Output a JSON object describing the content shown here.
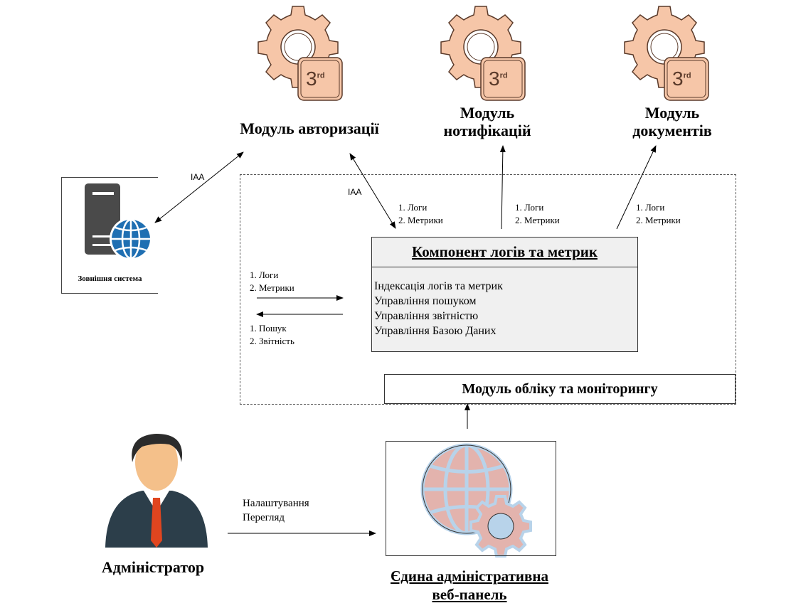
{
  "modules": {
    "auth": {
      "title": "Модуль авторизації",
      "badge": "3",
      "badge_sup": "rd"
    },
    "notifications": {
      "title_line1": "Модуль",
      "title_line2": "нотифікацій",
      "badge": "3",
      "badge_sup": "rd"
    },
    "documents": {
      "title_line1": "Модуль",
      "title_line2": "документів",
      "badge": "3",
      "badge_sup": "rd"
    }
  },
  "external_system": {
    "label": "Зовнішня система"
  },
  "edges": {
    "ext_auth": "IAA",
    "auth_comp": "IAA",
    "logs_metrics": {
      "item1": "1. Логи",
      "item2": "2. Метрики"
    },
    "search_reports": {
      "item1": "1. Пошук",
      "item2": "2. Звітність"
    },
    "admin_panel": {
      "line1": "Налаштування",
      "line2": "Перегляд"
    }
  },
  "component": {
    "title": "Компонент логів та метрик",
    "items": [
      "Індексація логів та метрик",
      "Управління пошуком",
      "Управління звітністю",
      "Управління Базою Даних"
    ]
  },
  "monitoring_module": {
    "title": "Модуль обліку та моніторингу"
  },
  "admin": {
    "label": "Адміністратор"
  },
  "web_panel": {
    "title_line1": "Єдина адміністративна",
    "title_line2": "веб-панель"
  },
  "colors": {
    "gear_fill": "#f6c6a8",
    "gear_stroke": "#5a3a2a",
    "globe_fill": "#e3b3ad",
    "globe_stroke": "#b8d3ea",
    "server": "#4a4a4a",
    "globe_blue": "#1f6fb2"
  }
}
